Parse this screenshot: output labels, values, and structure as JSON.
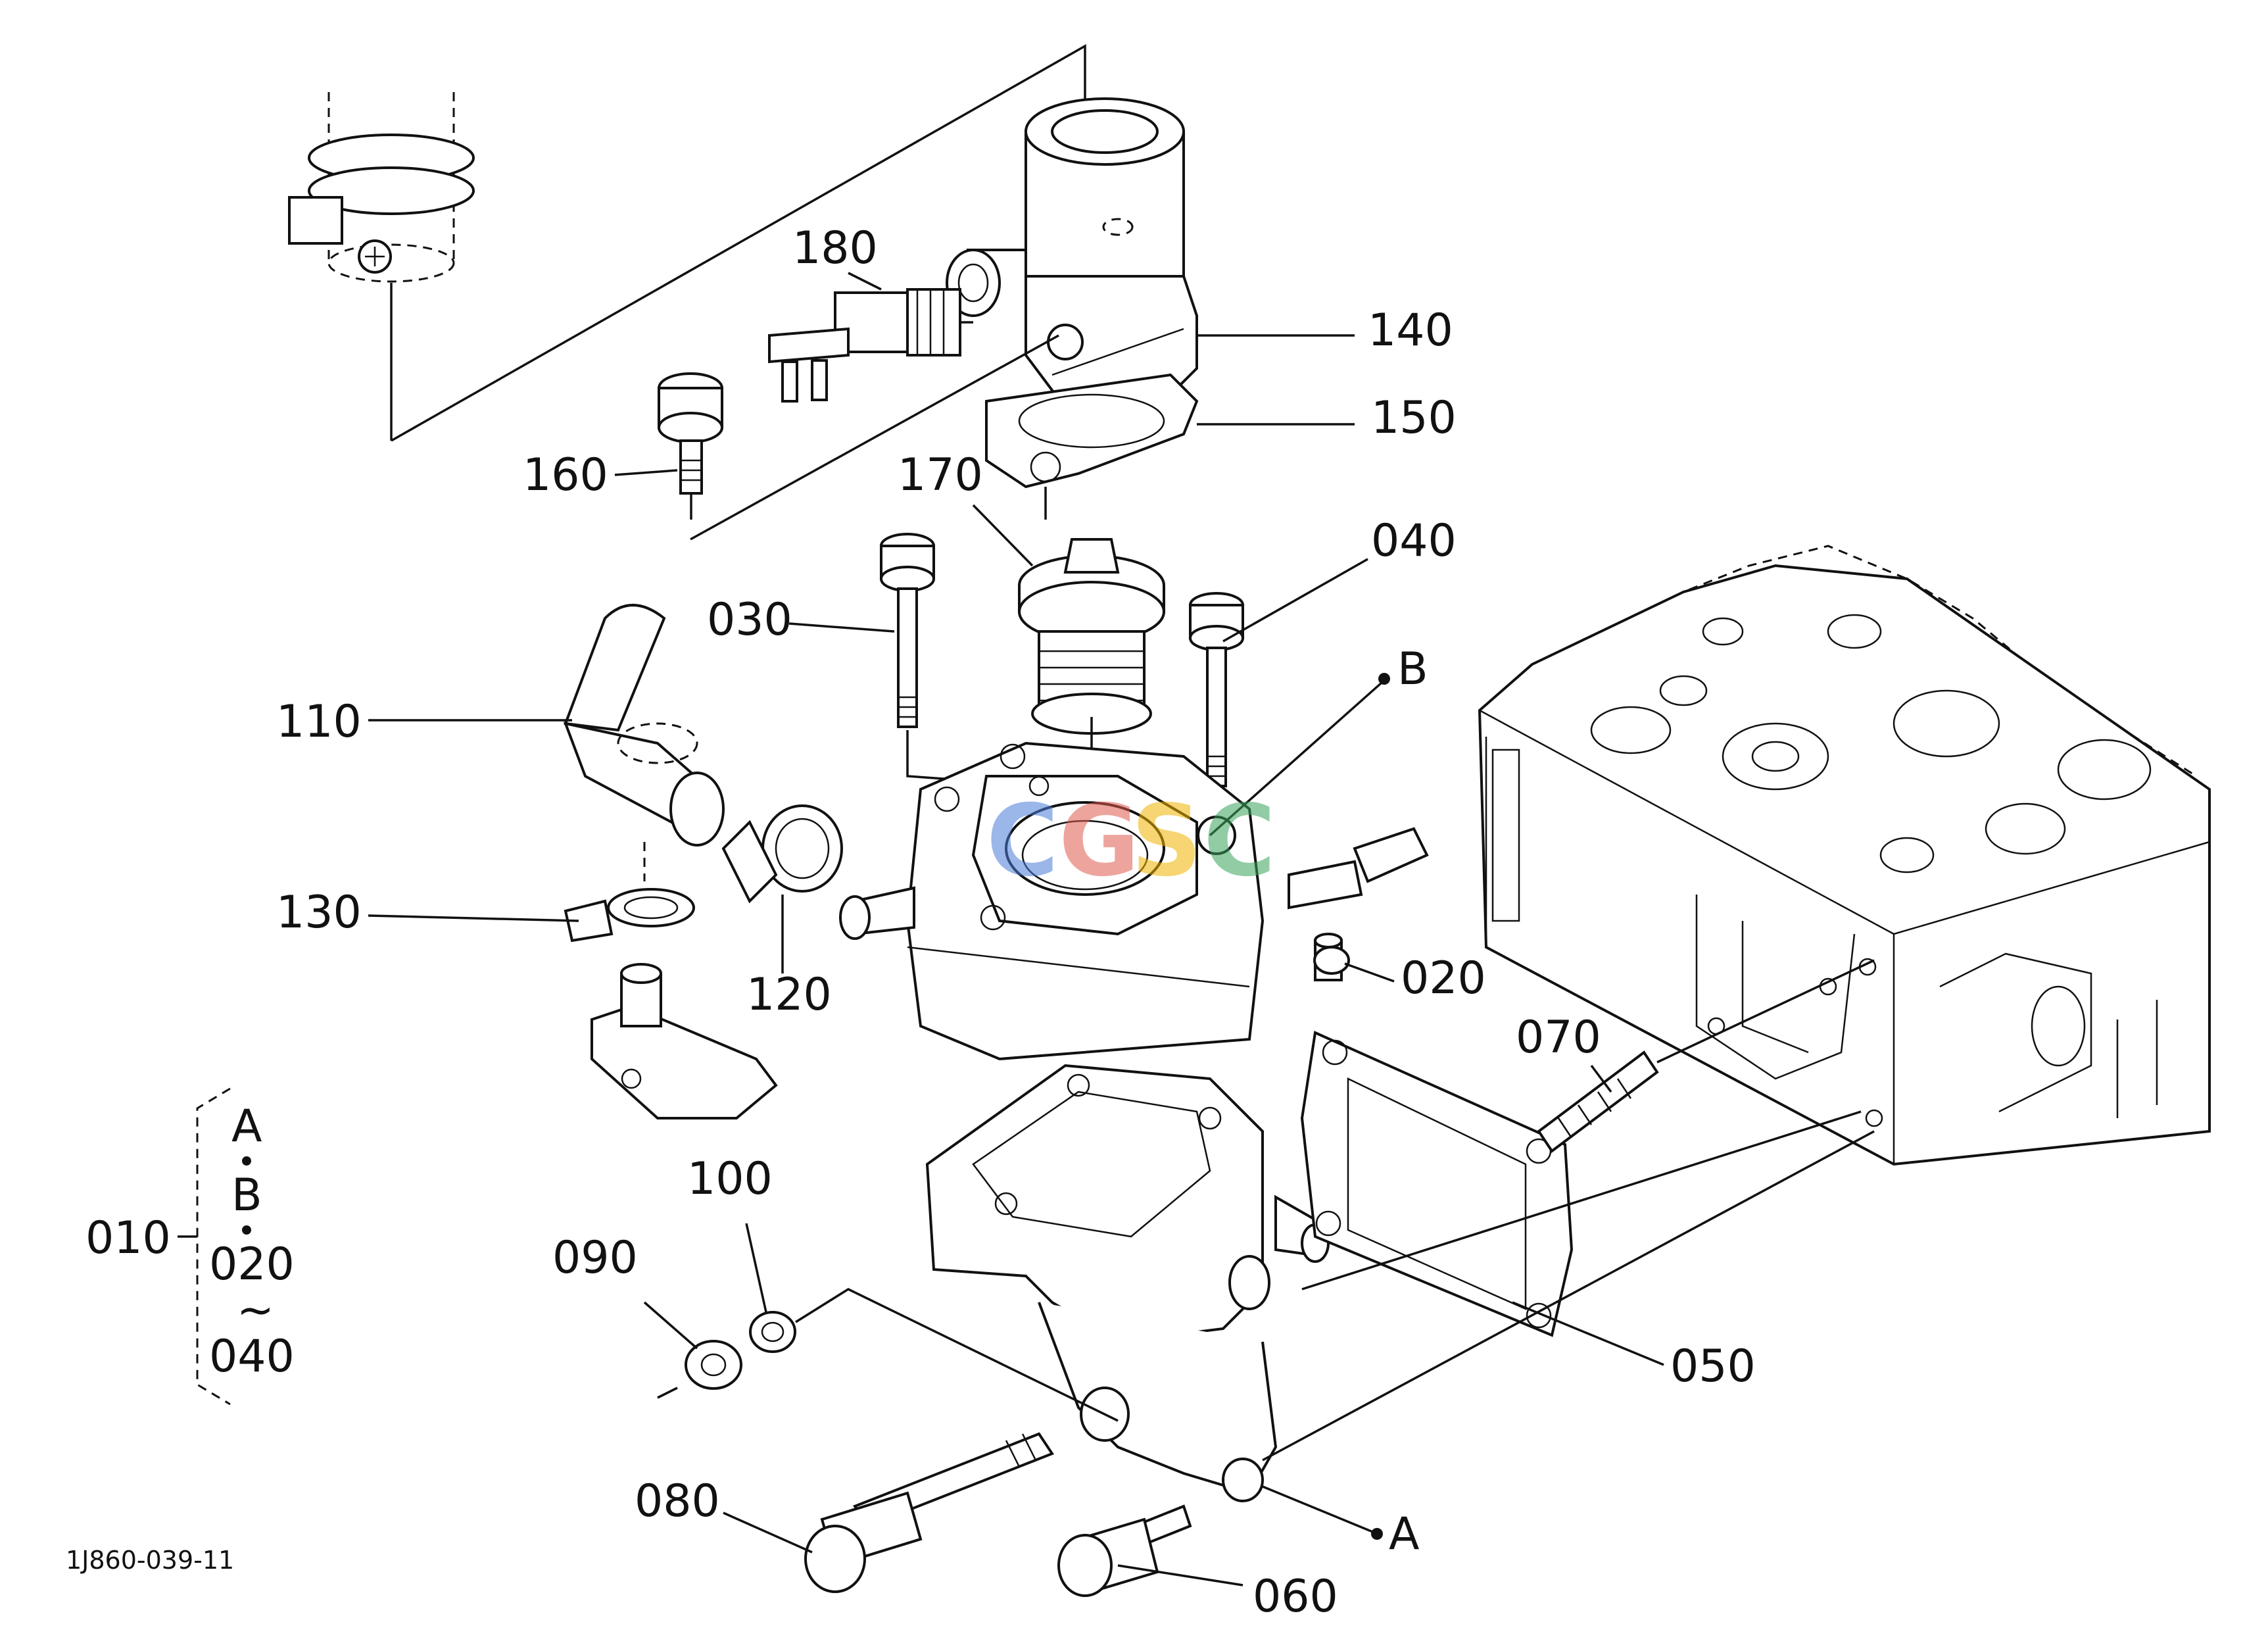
{
  "diagram_code": "1J860-039-11",
  "watermark": {
    "text": "CGSC",
    "letters": [
      "C",
      "G",
      "S",
      "C"
    ],
    "colors": [
      "#4a7bd6",
      "#e05a4e",
      "#f0b400",
      "#3aa35b"
    ]
  },
  "callouts": [
    {
      "id": "180",
      "label": "180"
    },
    {
      "id": "140",
      "label": "140"
    },
    {
      "id": "150",
      "label": "150"
    },
    {
      "id": "160",
      "label": "160"
    },
    {
      "id": "170",
      "label": "170"
    },
    {
      "id": "040",
      "label": "040"
    },
    {
      "id": "030",
      "label": "030"
    },
    {
      "id": "110",
      "label": "110"
    },
    {
      "id": "B",
      "label": "B"
    },
    {
      "id": "130",
      "label": "130"
    },
    {
      "id": "120",
      "label": "120"
    },
    {
      "id": "020",
      "label": "020"
    },
    {
      "id": "070",
      "label": "070"
    },
    {
      "id": "100",
      "label": "100"
    },
    {
      "id": "090",
      "label": "090"
    },
    {
      "id": "050",
      "label": "050"
    },
    {
      "id": "080",
      "label": "080"
    },
    {
      "id": "A",
      "label": "A"
    },
    {
      "id": "060",
      "label": "060"
    }
  ],
  "legend": {
    "main": "010",
    "lines": [
      "A",
      "B",
      "020",
      "~",
      "040"
    ]
  }
}
